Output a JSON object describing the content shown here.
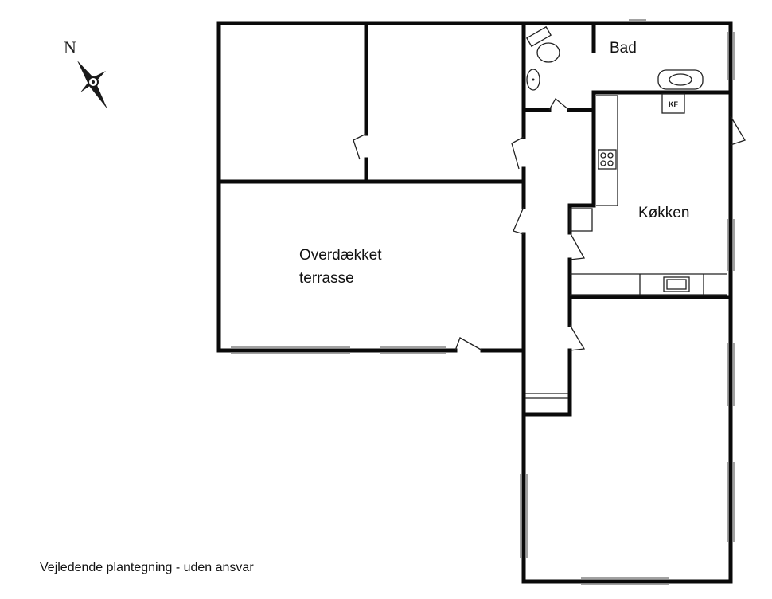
{
  "compass": {
    "north_letter": "N"
  },
  "rooms": {
    "bad": "Bad",
    "kokken": "Køkken",
    "terrasse_line1": "Overdækket",
    "terrasse_line2": "terrasse"
  },
  "fixtures": {
    "fridge_label": "KF"
  },
  "caption": "Vejledende plantegning - uden ansvar"
}
